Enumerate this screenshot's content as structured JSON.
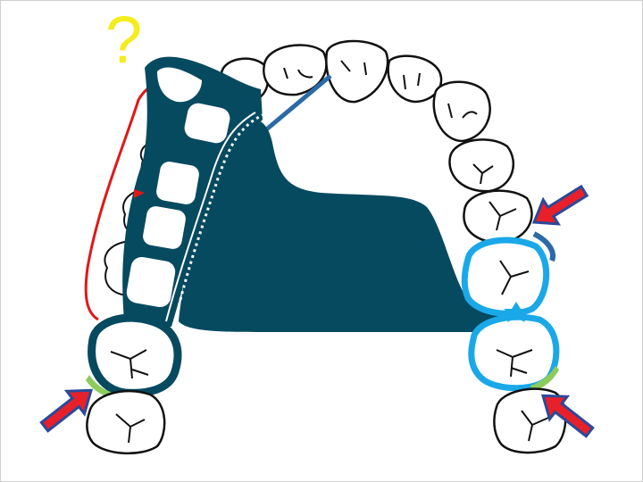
{
  "annotation": {
    "question_mark": "?"
  },
  "colors": {
    "framework": "#064a60",
    "clasp_light": "#1aa8e8",
    "rest_green": "#8ccc5c",
    "arrow_red": "#e8202a",
    "arrow_edge": "#2a4a9a",
    "outline_red": "#e01818",
    "question_yellow": "#f4ec1c",
    "tooth_outline": "#111111",
    "bar_blue": "#2a6aa8"
  },
  "arrows": [
    {
      "position": "lower-left",
      "icon": "arrow-right-icon"
    },
    {
      "position": "upper-right",
      "icon": "arrow-left-icon"
    },
    {
      "position": "lower-right",
      "icon": "arrow-left-icon"
    }
  ]
}
